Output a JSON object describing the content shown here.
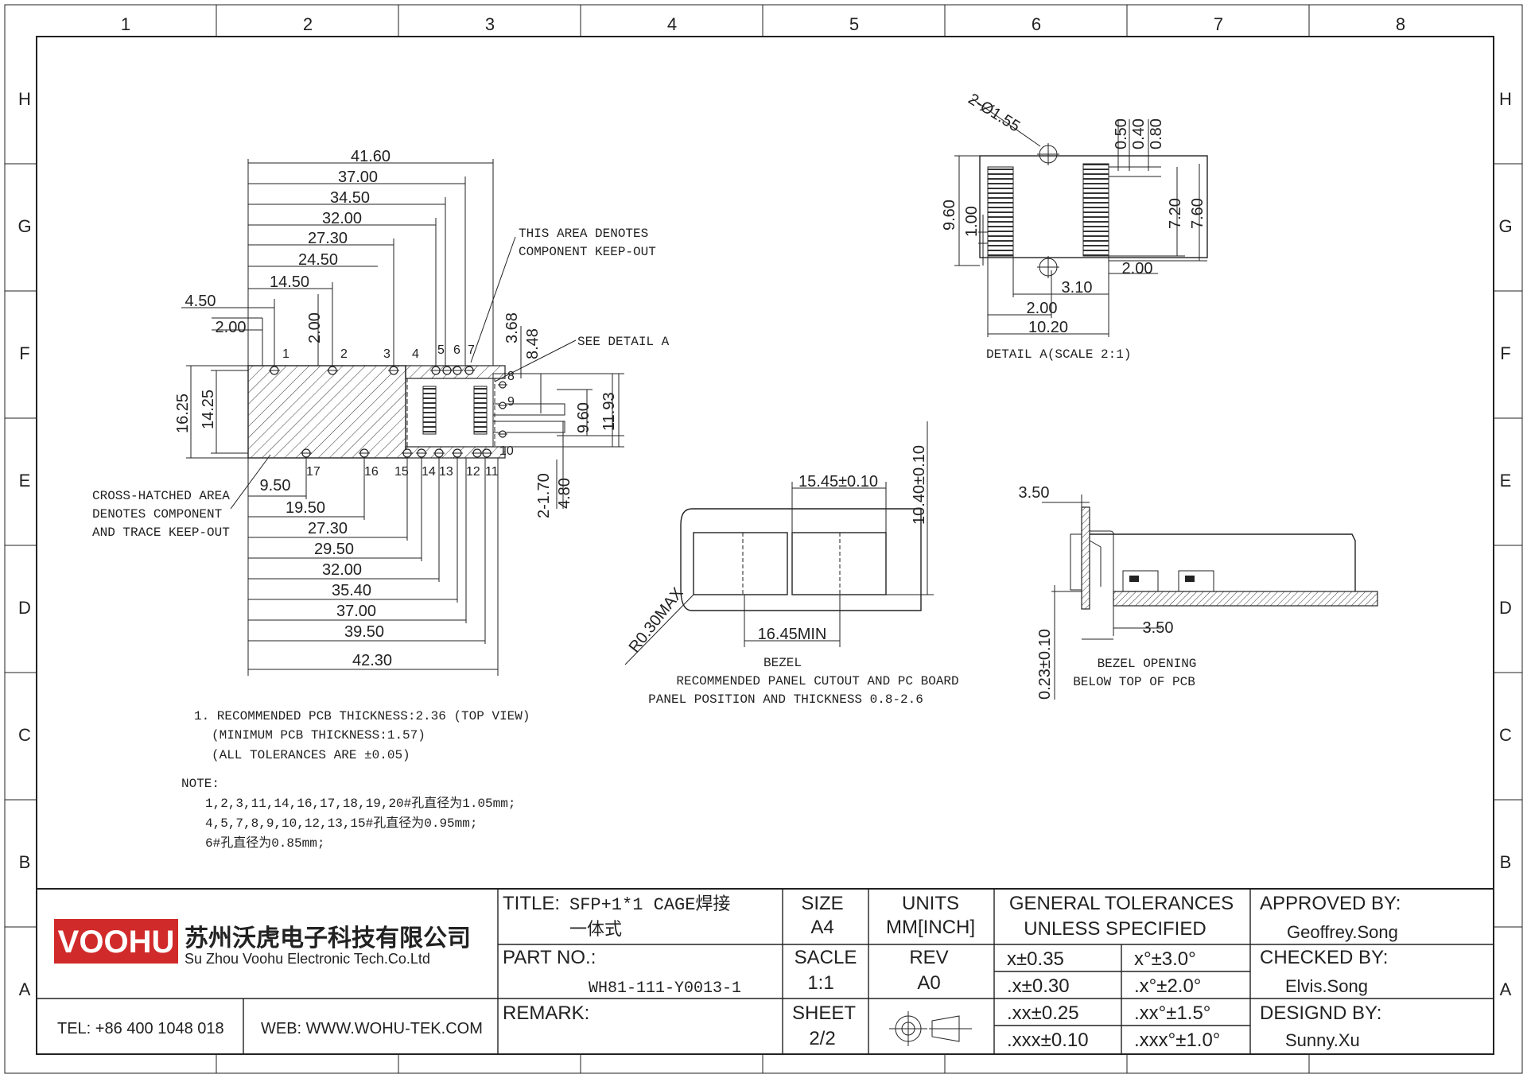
{
  "border": {
    "columns": [
      "1",
      "2",
      "3",
      "4",
      "5",
      "6",
      "7",
      "8"
    ],
    "rows": [
      "H",
      "G",
      "F",
      "E",
      "D",
      "C",
      "B",
      "A"
    ]
  },
  "top_view": {
    "dims_top": [
      "41.60",
      "37.00",
      "34.50",
      "32.00",
      "27.30",
      "24.50",
      "14.50"
    ],
    "dim_4_50": "4.50",
    "dim_2_00": "2.00",
    "dim_2_00_v": "2.00",
    "dim_3_68": "3.68",
    "dim_8_48": "8.48",
    "dim_16_25": "16.25",
    "dim_14_25": "14.25",
    "dim_9_60": "9.60",
    "dim_11_93": "11.93",
    "dim_2_1_70": "2-1.70",
    "dim_4_80": "4.80",
    "dims_bottom": [
      "9.50",
      "19.50",
      "27.30",
      "29.50",
      "32.00",
      "35.40",
      "37.00",
      "39.50",
      "42.30"
    ],
    "pins_top": [
      "1",
      "2",
      "3",
      "4",
      "5",
      "6",
      "7"
    ],
    "pins_right": [
      "8",
      "9",
      "10"
    ],
    "pins_bottom": [
      "17",
      "16",
      "15",
      "14",
      "13",
      "12",
      "11"
    ],
    "note_keepout_1": "THIS AREA DENOTES",
    "note_keepout_2": "COMPONENT KEEP-OUT",
    "see_detail": "SEE DETAIL A",
    "crosshatch_1": "CROSS-HATCHED AREA",
    "crosshatch_2": "DENOTES COMPONENT",
    "crosshatch_3": "AND TRACE KEEP-OUT"
  },
  "detail_a": {
    "dim_hole": "2-Ø1.55",
    "dim_0_50": "0.50",
    "dim_0_40": "0.40",
    "dim_0_80": "0.80",
    "dim_9_60": "9.60",
    "dim_1_00": "1.00",
    "dim_7_20": "7.20",
    "dim_7_60": "7.60",
    "dim_2_00a": "2.00",
    "dim_3_10": "3.10",
    "dim_2_00b": "2.00",
    "dim_10_20": "10.20",
    "caption": "DETAIL A(SCALE 2:1)"
  },
  "bezel": {
    "dim_15_45": "15.45±0.10",
    "dim_10_40": "10.40±0.10",
    "dim_16_45": "16.45MIN",
    "dim_r": "R0.30MAX",
    "caption_1": "BEZEL",
    "caption_2": "RECOMMENDED PANEL CUTOUT AND PC BOARD",
    "caption_3": "PANEL POSITION AND THICKNESS 0.8-2.6"
  },
  "side_view": {
    "dim_3_50_top": "3.50",
    "dim_3_50_bot": "3.50",
    "dim_0_23": "0.23±0.10",
    "caption_1": "BEZEL OPENING",
    "caption_2": "BELOW TOP OF PCB"
  },
  "notes": {
    "line1": "1. RECOMMENDED PCB THICKNESS:2.36 (TOP VIEW)",
    "line2": "(MINIMUM PCB THICKNESS:1.57)",
    "line3": "(ALL TOLERANCES ARE ±0.05)",
    "note_title": "NOTE:",
    "note1": "1,2,3,11,14,16,17,18,19,20#孔直径为1.05mm;",
    "note2": "4,5,7,8,9,10,12,13,15#孔直径为0.95mm;",
    "note3": "6#孔直径为0.85mm;"
  },
  "title_block": {
    "logo": "VOOHU",
    "company_cn": "苏州沃虎电子科技有限公司",
    "company_en": "Su Zhou Voohu Electronic Tech.Co.Ltd",
    "tel": "TEL: +86 400 1048 018",
    "web": "WEB: WWW.WOHU-TEK.COM",
    "title_label": "TITLE:",
    "title_value_1": "SFP+1*1 CAGE焊接",
    "title_value_2": "一体式",
    "part_label": "PART NO.:",
    "part_value": "WH81-111-Y0013-1",
    "remark_label": "REMARK:",
    "size_label": "SIZE",
    "size_value": "A4",
    "scale_label": "SACLE",
    "scale_value": "1:1",
    "sheet_label": "SHEET",
    "sheet_value": "2/2",
    "units_label": "UNITS",
    "units_value": "MM[INCH]",
    "rev_label": "REV",
    "rev_value": "A0",
    "tol_title_1": "GENERAL TOLERANCES",
    "tol_title_2": "UNLESS SPECIFIED",
    "tolerances": [
      [
        "x±0.35",
        "x°±3.0°"
      ],
      [
        ".x±0.30",
        ".x°±2.0°"
      ],
      [
        ".xx±0.25",
        ".xx°±1.5°"
      ],
      [
        ".xxx±0.10",
        ".xxx°±1.0°"
      ]
    ],
    "approved_label": "APPROVED BY:",
    "approved_value": "Geoffrey.Song",
    "checked_label": "CHECKED BY:",
    "checked_value": "Elvis.Song",
    "designed_label": "DESIGND BY:",
    "designed_value": "Sunny.Xu",
    "colors": {
      "logo_red": "#d12a2a",
      "ink": "#222222"
    }
  }
}
